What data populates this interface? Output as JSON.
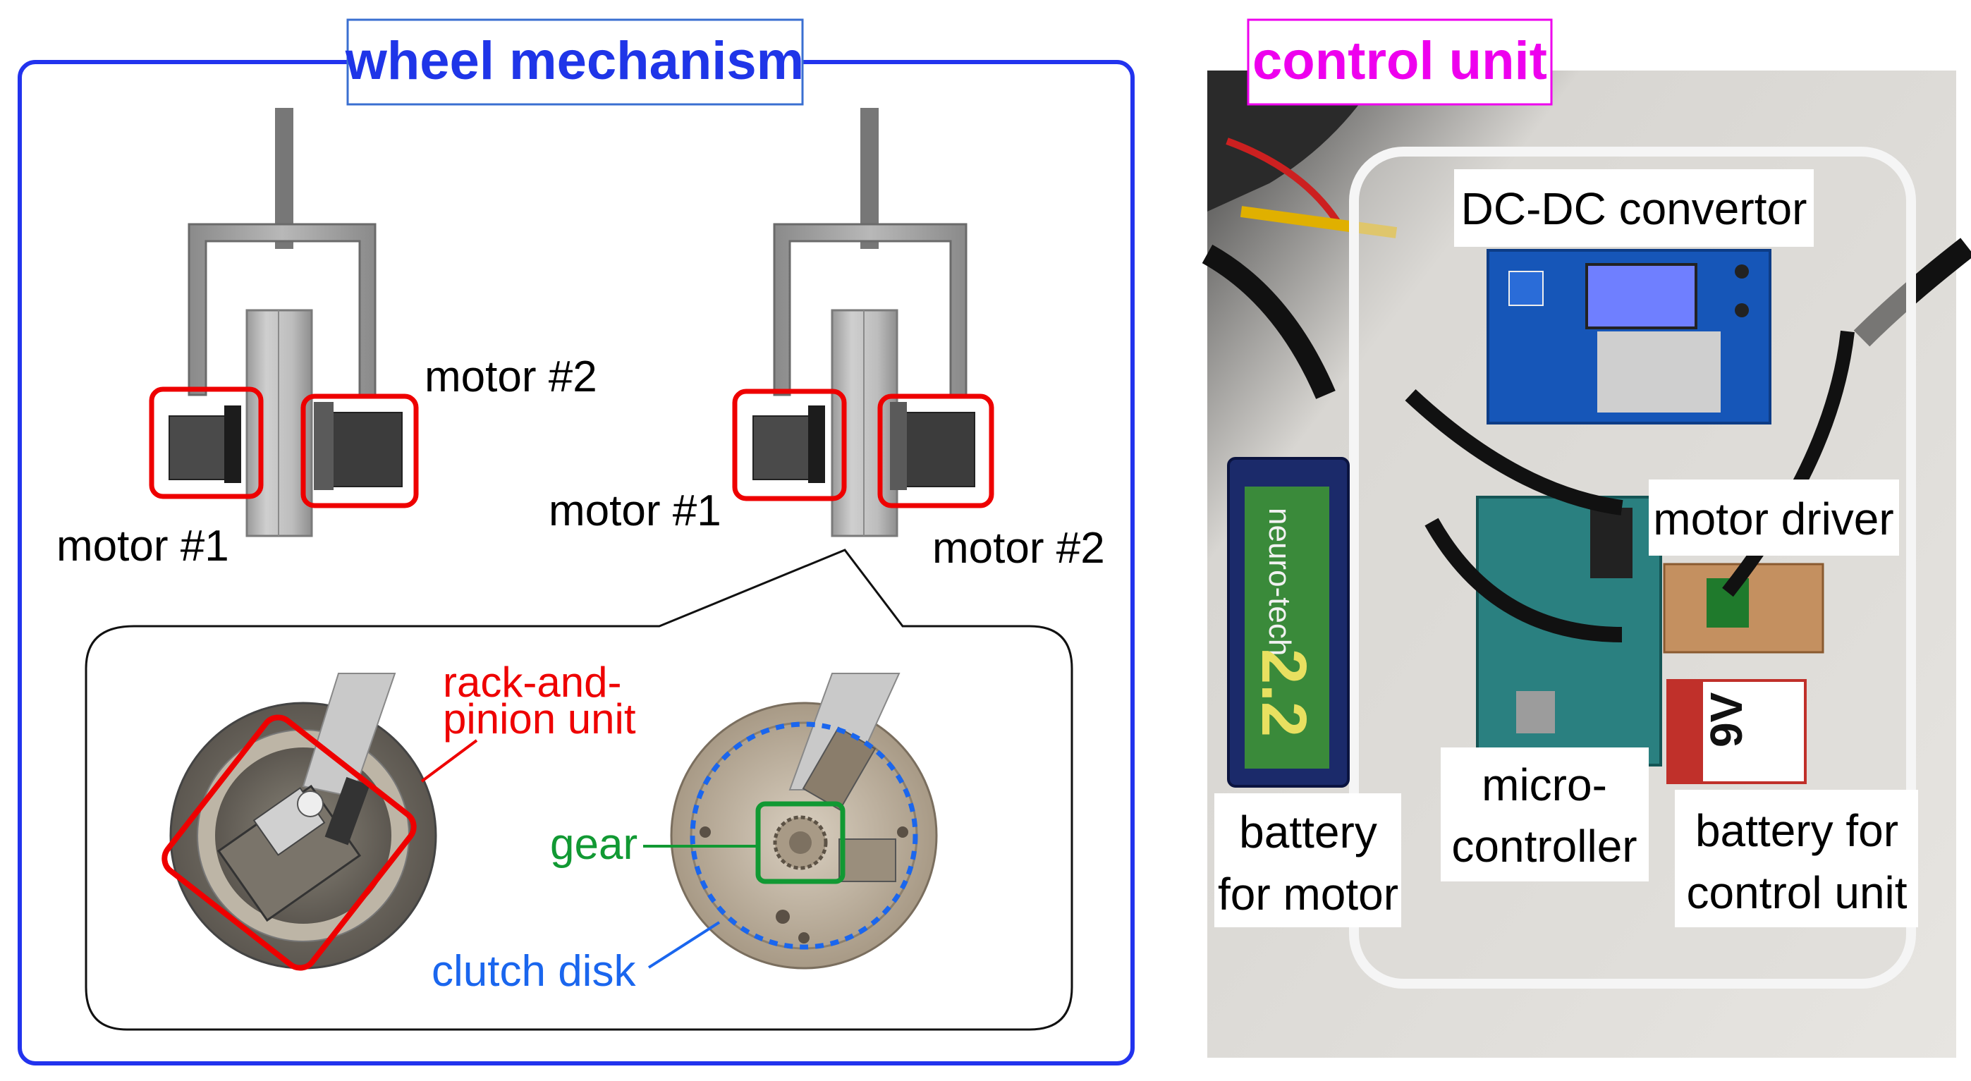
{
  "left_panel": {
    "title": "wheel mechanism",
    "frame_color": "#2233ee",
    "view_a": {
      "motor1_label": "motor #1",
      "motor2_label": "motor #2"
    },
    "view_b": {
      "motor1_label": "motor #1",
      "motor2_label": "motor #2"
    },
    "detail": {
      "rack_label_line1": "rack-and-",
      "rack_label_line2": "pinion unit",
      "gear_label": "gear",
      "clutch_label": "clutch disk"
    },
    "highlight_color": "#ee0000",
    "gear_color": "#119933",
    "clutch_color": "#1a66ee"
  },
  "right_panel": {
    "title": "control unit",
    "title_color": "#ee00ee",
    "dcdc_label": "DC-DC convertor",
    "motor_driver_label": "motor driver",
    "micro_line1": "micro-",
    "micro_line2": "controller",
    "battery_motor_line1": "battery",
    "battery_motor_line2": "for motor",
    "battery_control_line1": "battery for",
    "battery_control_line2": "control unit",
    "battery_motor_brand": "neuro-tech",
    "battery_motor_capacity": "2.2",
    "battery_9v_text": "9V"
  },
  "icons": [
    "motor-icon",
    "wheel-icon",
    "gear-icon",
    "battery-icon",
    "circuit-board-icon"
  ]
}
